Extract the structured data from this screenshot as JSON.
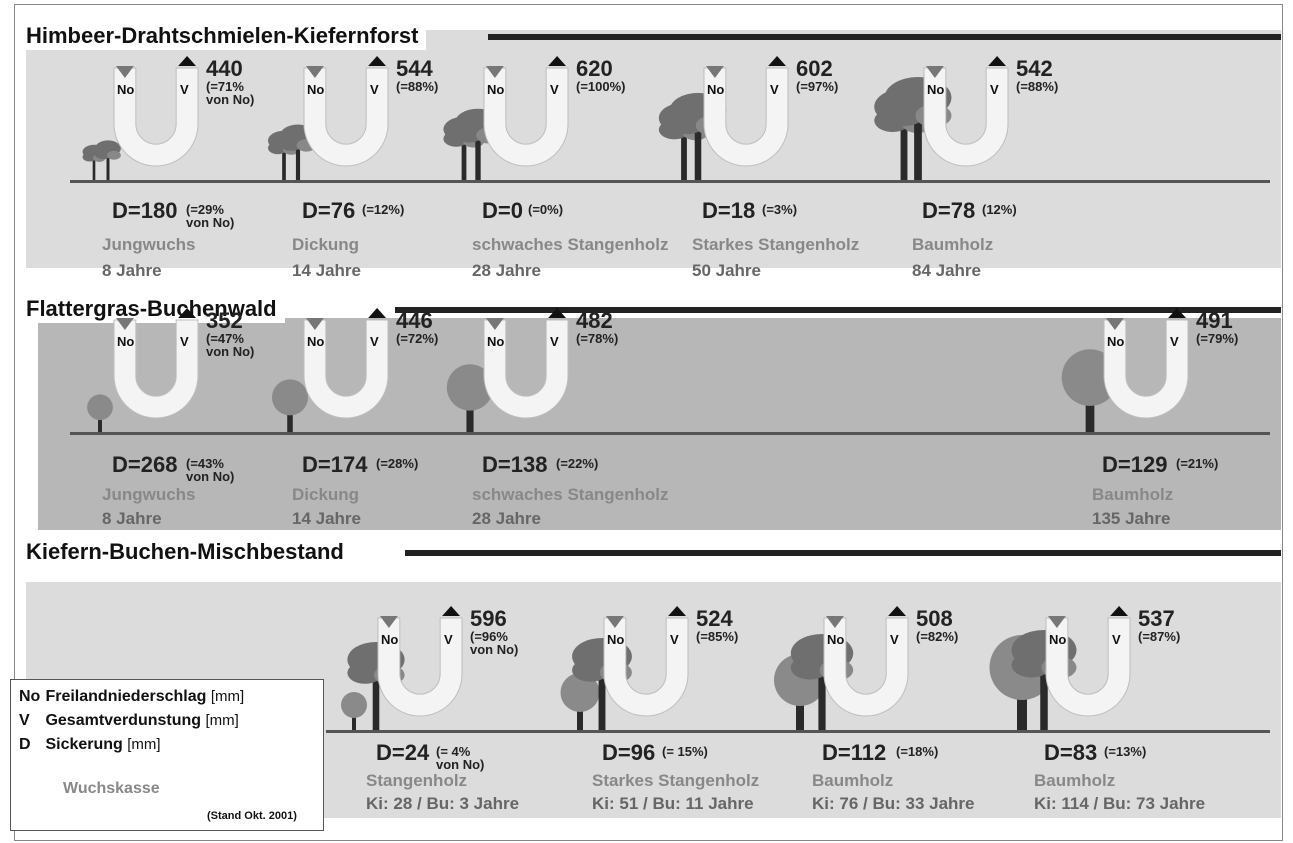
{
  "sections": [
    {
      "title": "Himbeer-Drahtschmielen-Kiefernforst",
      "stages": [
        {
          "type": "pine",
          "v": "440",
          "v_pct": "(=71%\nvon No)",
          "d": "D=180",
          "d_pct": "(=29%\nvon No)",
          "name": "Jungwuchs",
          "age": "8 Jahre"
        },
        {
          "type": "pine",
          "v": "544",
          "v_pct": "(=88%)",
          "d": "D=76",
          "d_pct": "(=12%)",
          "name": "Dickung",
          "age": "14 Jahre"
        },
        {
          "type": "pine",
          "v": "620",
          "v_pct": "(=100%)",
          "d": "D=0",
          "d_pct": "(=0%)",
          "name": "schwaches Stangenholz",
          "age": "28 Jahre"
        },
        {
          "type": "pine",
          "v": "602",
          "v_pct": "(=97%)",
          "d": "D=18",
          "d_pct": "(=3%)",
          "name": "Starkes Stangenholz",
          "age": "50 Jahre"
        },
        {
          "type": "pine",
          "v": "542",
          "v_pct": "(=88%)",
          "d": "D=78",
          "d_pct": "(12%)",
          "name": "Baumholz",
          "age": "84 Jahre"
        }
      ]
    },
    {
      "title": "Flattergras-Buchenwald",
      "stages": [
        {
          "type": "beech",
          "v": "352",
          "v_pct": "(=47%\nvon No)",
          "d": "D=268",
          "d_pct": "(=43%\nvon No)",
          "name": "Jungwuchs",
          "age": "8 Jahre"
        },
        {
          "type": "beech",
          "v": "446",
          "v_pct": "(=72%)",
          "d": "D=174",
          "d_pct": "(=28%)",
          "name": "Dickung",
          "age": "14 Jahre"
        },
        {
          "type": "beech",
          "v": "482",
          "v_pct": "(=78%)",
          "d": "D=138",
          "d_pct": "(=22%)",
          "name": "schwaches Stangenholz",
          "age": "28 Jahre"
        },
        {
          "type": "beech",
          "v": "491",
          "v_pct": "(=79%)",
          "d": "D=129",
          "d_pct": "(=21%)",
          "name": "Baumholz",
          "age": "135 Jahre"
        }
      ]
    },
    {
      "title": "Kiefern-Buchen-Mischbestand",
      "stages": [
        {
          "type": "mixed",
          "v": "596",
          "v_pct": "(=96%\nvon No)",
          "d": "D=24",
          "d_pct": "(= 4%\nvon No)",
          "name": "Stangenholz",
          "age": "Ki: 28 / Bu: 3 Jahre"
        },
        {
          "type": "mixed",
          "v": "524",
          "v_pct": "(=85%)",
          "d": "D=96",
          "d_pct": "(= 15%)",
          "name": "Starkes Stangenholz",
          "age": "Ki: 51 / Bu: 11 Jahre"
        },
        {
          "type": "mixed",
          "v": "508",
          "v_pct": "(=82%)",
          "d": "D=112",
          "d_pct": "(=18%)",
          "name": "Baumholz",
          "age": "Ki: 76 / Bu: 33 Jahre"
        },
        {
          "type": "mixed",
          "v": "537",
          "v_pct": "(=87%)",
          "d": "D=83",
          "d_pct": "(=13%)",
          "name": "Baumholz",
          "age": "Ki: 114 / Bu: 73 Jahre"
        }
      ]
    }
  ],
  "u_labels": {
    "left": "No",
    "right": "V"
  },
  "legend": {
    "items": [
      {
        "symbol": "No",
        "label": "Freilandniederschlag",
        "unit": "[mm]"
      },
      {
        "symbol": "V",
        "label": "Gesamtverdunstung",
        "unit": "[mm]"
      },
      {
        "symbol": "D",
        "label": "Sickerung",
        "unit": "[mm]"
      }
    ],
    "class_label": "Wuchskasse",
    "note": "(Stand Okt. 2001)"
  },
  "colors": {
    "panel_light": "#dcdcdc",
    "panel_mid": "#b7b7b7",
    "u_fill": "#f4f4f4",
    "pine_crown": "#6f6f6f",
    "beech_crown": "#8a8a8a",
    "trunk": "#2a2a2a"
  }
}
